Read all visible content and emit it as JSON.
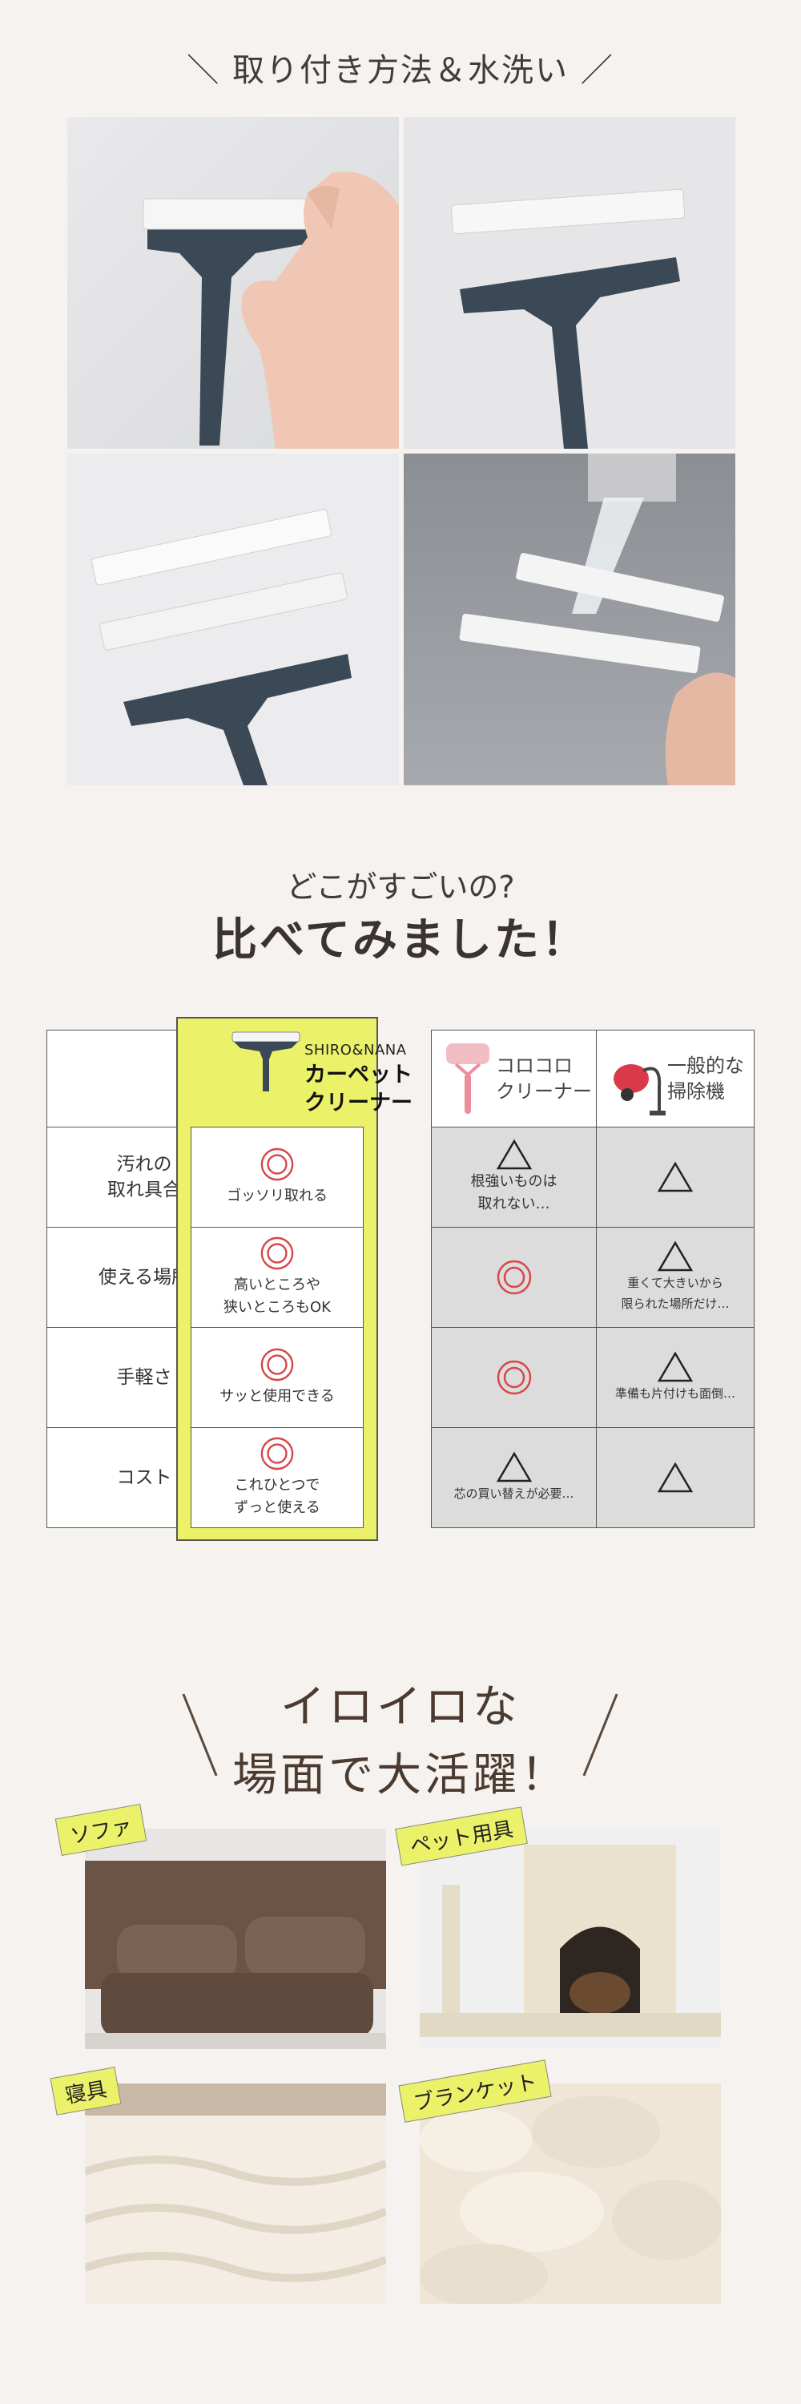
{
  "section_install": {
    "title": "＼ 取り付き方法＆水洗い ／"
  },
  "section_compare": {
    "subtitle": "どこがすごいの?",
    "title": "比べてみました！",
    "highlight_product": {
      "brand": "SHIRO&NANA",
      "name": "カーペット\nクリーナー"
    },
    "columns": [
      {
        "name": "コロコロ\nクリーナー",
        "icon": "lint-roller-icon"
      },
      {
        "name": "一般的な\n掃除機",
        "icon": "vacuum-icon"
      }
    ],
    "rows": [
      {
        "label": "汚れの\n取れ具合",
        "highlight": "ゴッソリ取れる",
        "roller": "根強いものは\n取れない…",
        "roller_mark": "triangle",
        "vacuum": "",
        "vacuum_mark": "triangle"
      },
      {
        "label": "使える場所",
        "highlight": "高いところや\n狭いところもOK",
        "roller": "",
        "roller_mark": "double-circle",
        "vacuum": "重くて大きいから\n限られた場所だけ…",
        "vacuum_mark": "triangle"
      },
      {
        "label": "手軽さ",
        "highlight": "サッと使用できる",
        "roller": "",
        "roller_mark": "double-circle",
        "vacuum": "準備も片付けも面倒…",
        "vacuum_mark": "triangle"
      },
      {
        "label": "コスト",
        "highlight": "これひとつで\nずっと使える",
        "roller": "芯の買い替えが必要…",
        "roller_mark": "triangle",
        "vacuum": "",
        "vacuum_mark": "triangle"
      }
    ],
    "colors": {
      "highlight": "#ebf26a",
      "double_circle": "#d8464a",
      "gray_cell": "#dcdcdc"
    }
  },
  "section_scenes": {
    "title_line1": "イロイロな",
    "title_line2": "場面で大活躍！",
    "scenes": [
      {
        "label": "ソファ"
      },
      {
        "label": "ペット用具"
      },
      {
        "label": "寝具"
      },
      {
        "label": "ブランケット"
      }
    ]
  }
}
